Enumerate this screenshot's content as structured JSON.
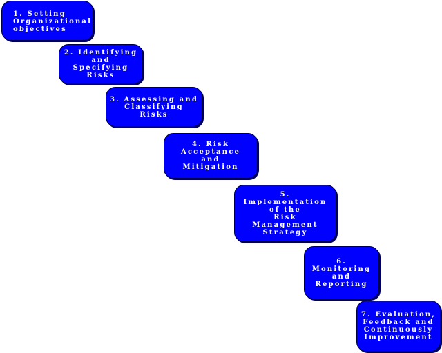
{
  "steps": [
    {
      "label": "1. Setting\nOrganizational\nobjectives"
    },
    {
      "label": "2. Identifying\nand\nSpecifying\nRisks"
    },
    {
      "label": "3. Assessing and\nClassifying Risks"
    },
    {
      "label": "4. Risk\nAcceptance\nand\nMitigation"
    },
    {
      "label": "5.\nImplementation\nof the\nRisk\nManagement\nStrategy"
    },
    {
      "label": "6.\nMonitoring\nand\nReporting"
    },
    {
      "label": "7. Evaluation,\nFeedback and\nContinuously\nImprovement"
    }
  ],
  "colors": {
    "box_fill": "#0000ff",
    "box_text": "#ffffff",
    "background": "#ffffff"
  }
}
